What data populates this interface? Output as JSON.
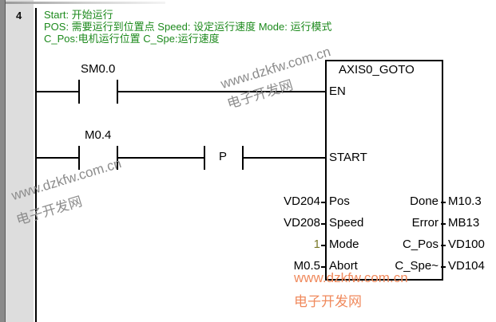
{
  "rung": {
    "number": "4",
    "comments": [
      "Start: 开始运行",
      "POS: 需要运行到位置点  Speed: 设定运行速度  Mode: 运行模式",
      "C_Pos:电机运行位置 C_Spe:运行速度"
    ]
  },
  "contacts": [
    {
      "address": "SM0.0",
      "type": "normally-open"
    },
    {
      "address": "M0.4",
      "type": "normally-open"
    },
    {
      "address": "P",
      "type": "positive-edge"
    }
  ],
  "block": {
    "title": "AXIS0_GOTO",
    "inputs": [
      {
        "pin": "EN",
        "operand": ""
      },
      {
        "pin": "START",
        "operand": ""
      },
      {
        "pin": "Pos",
        "operand": "VD204"
      },
      {
        "pin": "Speed",
        "operand": "VD208"
      },
      {
        "pin": "Mode",
        "operand": "1"
      },
      {
        "pin": "Abort",
        "operand": "M0.5"
      }
    ],
    "outputs": [
      {
        "pin": "Done",
        "operand": "M10.3"
      },
      {
        "pin": "Error",
        "operand": "MB13"
      },
      {
        "pin": "C_Pos",
        "operand": "VD100"
      },
      {
        "pin": "C_Spe~",
        "operand": "VD104"
      }
    ]
  },
  "watermarks": {
    "url": "www.dzkfw.com.cn",
    "name": "电子开发网"
  },
  "colors": {
    "comment": "#1d8a1d",
    "constant": "#7a7a2a",
    "watermark_orange": "#f08a5d"
  }
}
